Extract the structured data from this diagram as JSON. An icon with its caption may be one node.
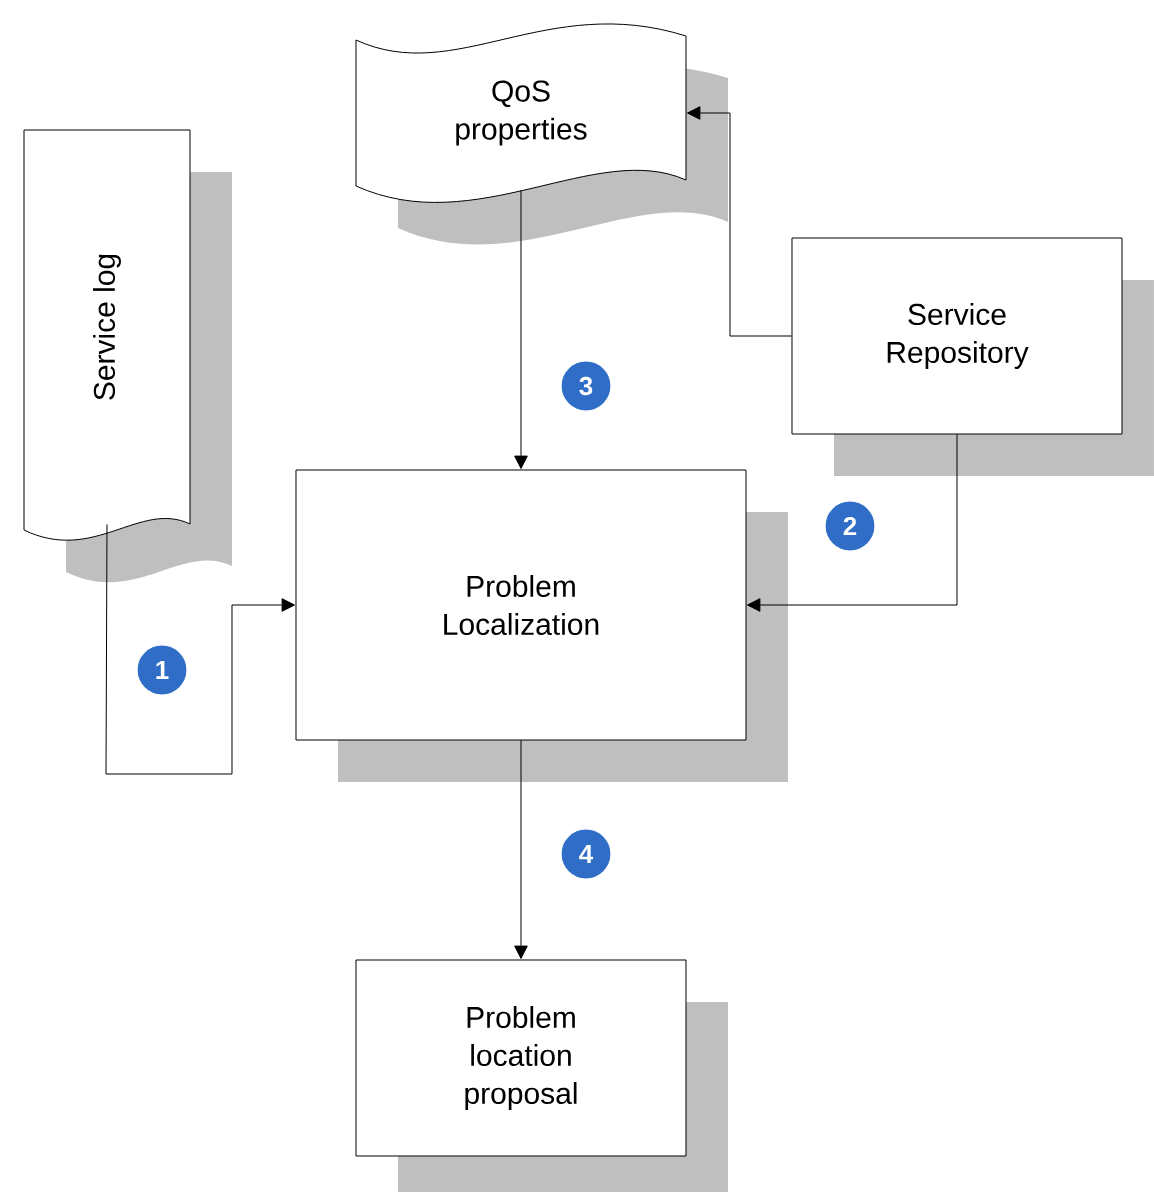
{
  "diagram": {
    "nodes": [
      {
        "text": [
          "QoS properties"
        ]
      },
      {
        "text": [
          "Service log"
        ]
      },
      {
        "text": [
          "Service Repository"
        ]
      },
      {
        "text": [
          "Problem Localization"
        ]
      },
      {
        "text": [
          "Problem location proposal"
        ]
      }
    ],
    "edges": [
      {
        "from": 1,
        "to": 3,
        "arrow": "to"
      },
      {
        "from": 2,
        "to": 3,
        "arrow": "to"
      },
      {
        "from": 0,
        "to": 3,
        "arrow": "to"
      },
      {
        "from": 2,
        "to": 0,
        "arrow": "to"
      },
      {
        "from": 3,
        "to": 4,
        "arrow": "to"
      }
    ],
    "labels": [
      "1",
      "2",
      "3",
      "4"
    ]
  }
}
